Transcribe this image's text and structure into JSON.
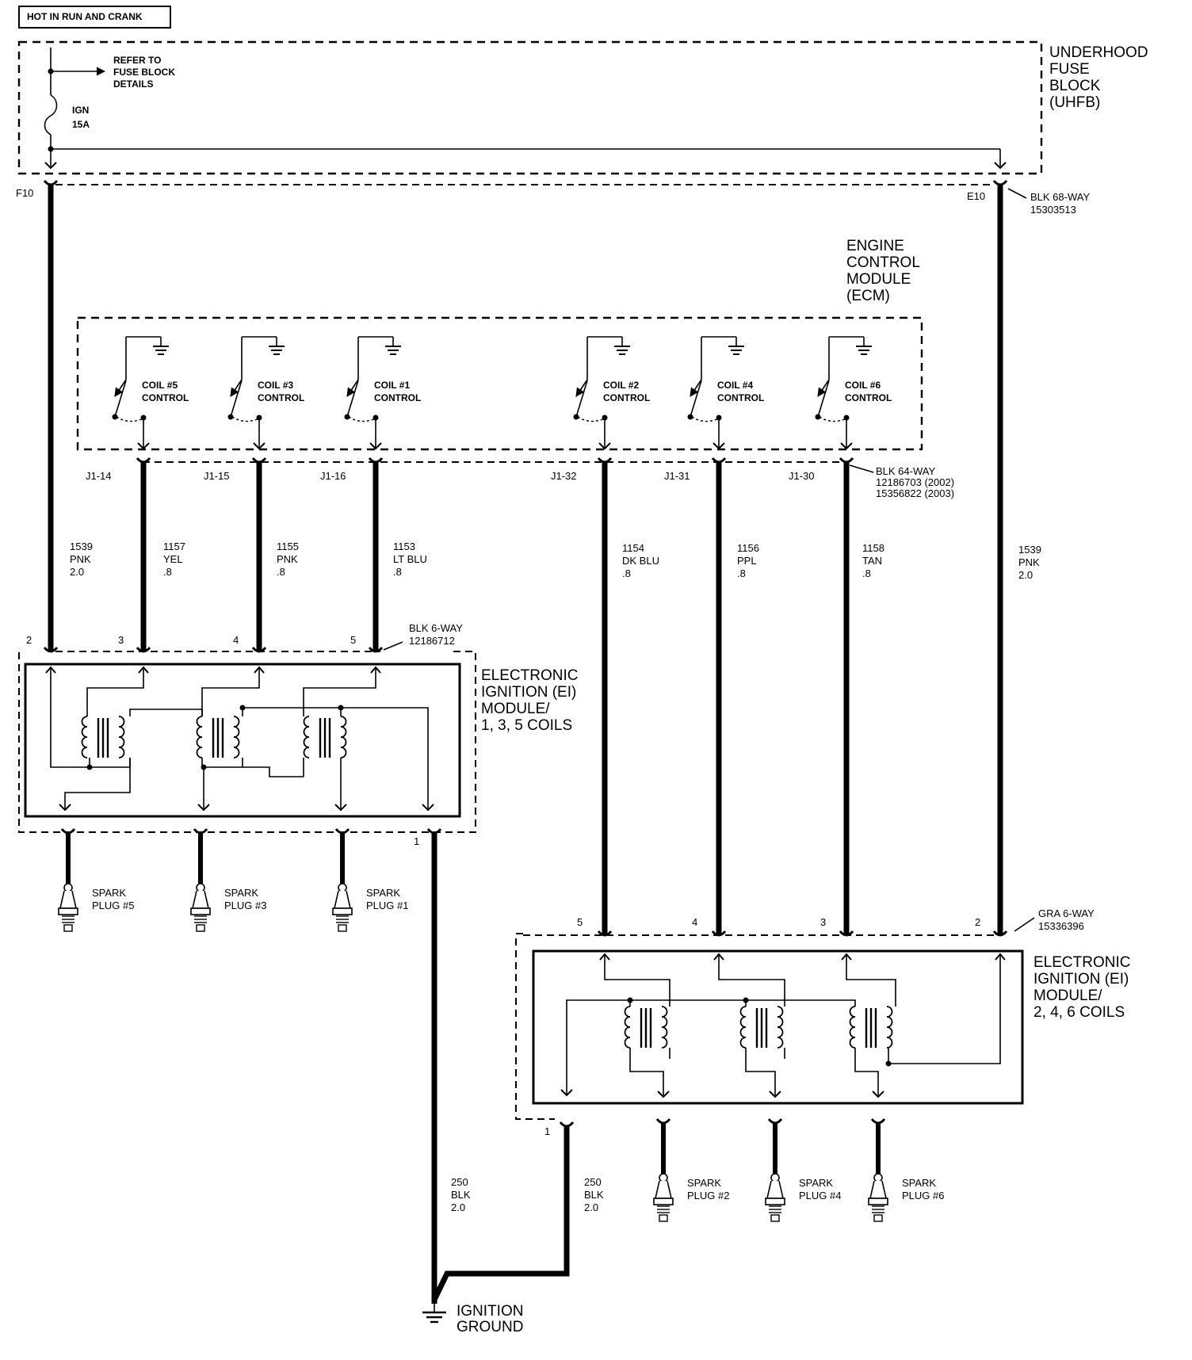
{
  "header": {
    "power_label": "HOT IN RUN AND CRANK"
  },
  "fuse_block": {
    "title_lines": [
      "UNDERHOOD",
      "FUSE",
      "BLOCK",
      "(UHFB)"
    ],
    "refer_lines": [
      "REFER TO",
      "FUSE BLOCK",
      "DETAILS"
    ],
    "fuse_name": "IGN",
    "fuse_rating": "15A",
    "pin_left": "F10",
    "pin_right": "E10",
    "connector_lines": [
      "BLK 68-WAY",
      "15303513"
    ]
  },
  "ecm": {
    "title_lines": [
      "ENGINE",
      "CONTROL",
      "MODULE",
      "(ECM)"
    ],
    "drivers": [
      {
        "name": "COIL #5",
        "suffix": "CONTROL",
        "pin": "J1-14"
      },
      {
        "name": "COIL #3",
        "suffix": "CONTROL",
        "pin": "J1-15"
      },
      {
        "name": "COIL #1",
        "suffix": "CONTROL",
        "pin": "J1-16"
      },
      {
        "name": "COIL #2",
        "suffix": "CONTROL",
        "pin": "J1-32"
      },
      {
        "name": "COIL #4",
        "suffix": "CONTROL",
        "pin": "J1-31"
      },
      {
        "name": "COIL #6",
        "suffix": "CONTROL",
        "pin": "J1-30"
      }
    ],
    "connector_lines": [
      "BLK 64-WAY",
      "12186703 (2002)",
      "15356822 (2003)"
    ]
  },
  "wires": [
    {
      "circuit": "1539",
      "color": "PNK",
      "gauge": "2.0"
    },
    {
      "circuit": "1157",
      "color": "YEL",
      "gauge": ".8"
    },
    {
      "circuit": "1155",
      "color": "PNK",
      "gauge": ".8"
    },
    {
      "circuit": "1153",
      "color": "LT BLU",
      "gauge": ".8"
    },
    {
      "circuit": "1154",
      "color": "DK BLU",
      "gauge": ".8"
    },
    {
      "circuit": "1156",
      "color": "PPL",
      "gauge": ".8"
    },
    {
      "circuit": "1158",
      "color": "TAN",
      "gauge": ".8"
    },
    {
      "circuit": "1539",
      "color": "PNK",
      "gauge": "2.0"
    },
    {
      "circuit": "250",
      "color": "BLK",
      "gauge": "2.0"
    },
    {
      "circuit": "250",
      "color": "BLK",
      "gauge": "2.0"
    }
  ],
  "module_a": {
    "title_lines": [
      "ELECTRONIC",
      "IGNITION (EI)",
      "MODULE/",
      "1, 3, 5 COILS"
    ],
    "connector_lines": [
      "BLK 6-WAY",
      "12186712"
    ],
    "pins": [
      "2",
      "3",
      "4",
      "5",
      "1"
    ],
    "plugs": [
      {
        "label": "SPARK",
        "num": "PLUG #5"
      },
      {
        "label": "SPARK",
        "num": "PLUG #3"
      },
      {
        "label": "SPARK",
        "num": "PLUG #1"
      }
    ]
  },
  "module_b": {
    "title_lines": [
      "ELECTRONIC",
      "IGNITION (EI)",
      "MODULE/",
      "2, 4, 6 COILS"
    ],
    "connector_lines": [
      "GRA 6-WAY",
      "15336396"
    ],
    "pins": [
      "5",
      "4",
      "3",
      "2",
      "1"
    ],
    "plugs": [
      {
        "label": "SPARK",
        "num": "PLUG #2"
      },
      {
        "label": "SPARK",
        "num": "PLUG #4"
      },
      {
        "label": "SPARK",
        "num": "PLUG #6"
      }
    ]
  },
  "ground": {
    "lines": [
      "IGNITION",
      "GROUND"
    ]
  }
}
